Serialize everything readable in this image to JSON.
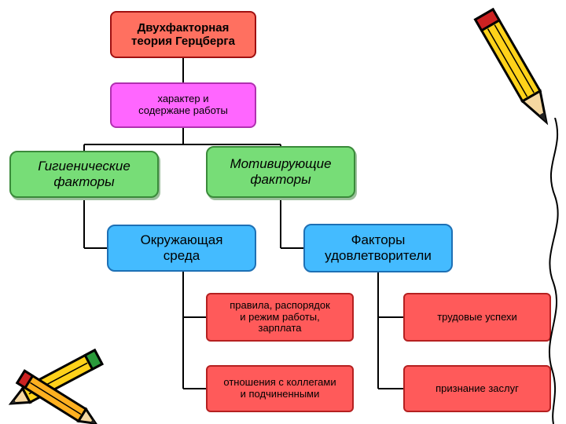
{
  "diagram": {
    "title": "Двухфакторная\nтеория Герцберга",
    "content_node": "характер и\nсодержане работы",
    "hygiene_factors": "Гигиенические\nфакторы",
    "motivating_factors": "Мотивирующие\nфакторы",
    "environment": "Окружающая\nсреда",
    "satisfiers": "Факторы\nудовлетворители",
    "rules": "правила, распорядок\nи режим работы,\nзарплата",
    "work_success": "трудовые успехи",
    "relations": "отношения с коллегами\nи подчиненными",
    "recognition": "признание заслуг"
  },
  "decorations": {
    "pencil_top_right": "pencil-icon",
    "pencils_bottom_left": "pencils-icon",
    "binding_edge": "spiral-binding-line"
  },
  "colors": {
    "title_fill": "#ff7060",
    "content_fill": "#ff66ff",
    "factor_fill": "#77dd77",
    "sub_fill": "#44bbff",
    "leaf_fill": "#ff5a5a"
  }
}
